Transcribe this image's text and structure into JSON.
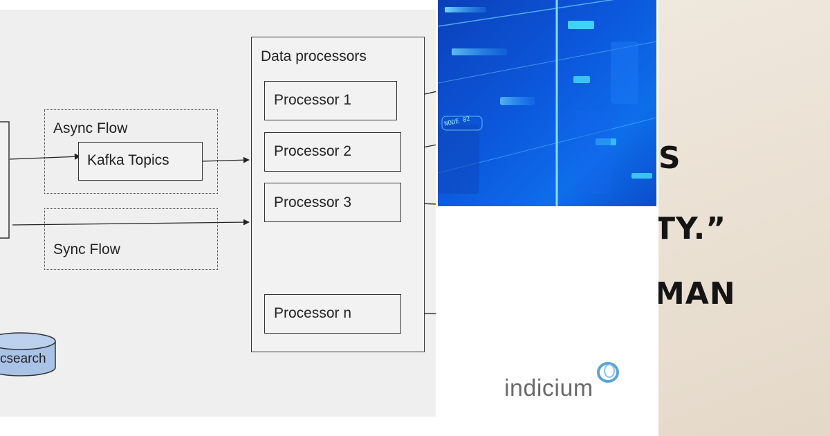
{
  "diagram": {
    "data_processors_title": "Data processors",
    "processors": [
      "Processor 1",
      "Processor 2",
      "Processor 3",
      "Processor n"
    ],
    "async_flow_label": "Async Flow",
    "kafka_topics_label": "Kafka Topics",
    "sync_flow_label": "Sync Flow",
    "datastore_label": "csearch"
  },
  "logo": {
    "brand_name": "indicium"
  },
  "tech_image": {
    "node_label": "NODE 02"
  },
  "quote": {
    "line1": "S",
    "line2": "TY.”",
    "line3": "MAN"
  },
  "colors": {
    "diagram_bg": "#efefef",
    "tech_blue": "#0d5be0",
    "cylinder_fill": "#a9c3e6",
    "quote_bg": "#efe8dd"
  }
}
